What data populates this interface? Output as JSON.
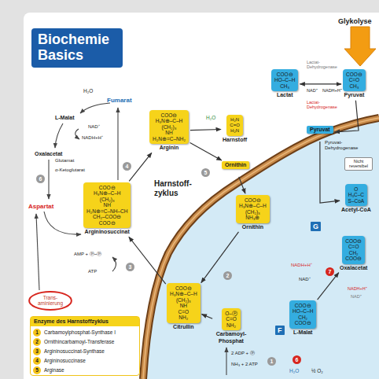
{
  "diagram": {
    "title": "Biochemie Basics",
    "nodes": [
      {
        "text": [
          "COO⊖",
          "HO–C–H",
          "CH₃",
          "Lactat"
        ]
      },
      {
        "text": [
          "COO⊖",
          "C=O",
          "CH₃",
          "Pyruvat"
        ]
      },
      {
        "text": [
          "COO⊖",
          "H₃N⊕–C–H",
          "(CH₂)₃",
          "NH",
          "H₂N⊕=C–NH₂",
          "Arginin"
        ]
      },
      {
        "text": [
          "H₂N",
          "C=O",
          "H₂N",
          "Harnstoff"
        ]
      },
      {
        "text": [
          "Pyruvat"
        ]
      },
      {
        "text": [
          "Ornithin"
        ]
      },
      {
        "text": [
          "Nicht reversibel"
        ]
      },
      {
        "text": [
          "O",
          "H₃C–C",
          "S–CoA",
          "Acetyl-CoA"
        ]
      },
      {
        "text": [
          "COO⊖",
          "H₃N⊕–C–H",
          "(CH₂)₃",
          "NH",
          "H₂N⊕=C–NH–CH",
          "CH₂–COO⊖",
          "COO⊖",
          "Argininosuccinat"
        ]
      },
      {
        "text": [
          "COO⊖",
          "H₃N⊕–C–H",
          "(CH₂)₃",
          "NH₃⊕",
          "Ornithin"
        ]
      },
      {
        "text": [
          "G"
        ]
      },
      {
        "text": [
          "COO⊖",
          "C=O",
          "CH₂",
          "COO⊖",
          "Oxalacetat"
        ]
      },
      {
        "text": [
          "COO⊖",
          "H₃N⊕–C–H",
          "(CH₂)₃",
          "NH",
          "C=O",
          "NH₂",
          "Citrullin"
        ]
      },
      {
        "text": [
          "Trans-aminierung"
        ]
      },
      {
        "text": [
          "COO⊖",
          "HO–C–H",
          "CH₂",
          "COO⊖",
          "L-Malat"
        ]
      },
      {
        "text": [
          "O–Ⓟ",
          "C=O",
          "NH₂",
          "Carbamoyl-Phosphat"
        ]
      },
      {
        "text": [
          "Enzyme des Harnstoffzyklus"
        ]
      },
      {
        "text": [
          "F"
        ]
      }
    ],
    "edges": [
      {
        "from": 1,
        "to": 0,
        "arrow": "both"
      },
      {
        "from": 1,
        "to": 4,
        "arrow": "to"
      },
      {
        "from": 4,
        "to": 7,
        "arrow": "to"
      },
      {
        "from": 2,
        "to": 3,
        "arrow": "to"
      },
      {
        "from": 2,
        "to": 5,
        "arrow": "to"
      },
      {
        "from": 5,
        "to": 9,
        "arrow": "to"
      },
      {
        "from": 9,
        "to": 12,
        "arrow": "to"
      },
      {
        "from": 15,
        "to": 12,
        "arrow": "to"
      },
      {
        "from": 12,
        "to": 8,
        "arrow": "to"
      },
      {
        "from": 8,
        "to": 2,
        "arrow": "to"
      },
      {
        "from": 14,
        "to": 11,
        "arrow": "to"
      }
    ],
    "labels": [
      "Glykolyse",
      "H₂O",
      "Fumarat",
      "L-Malat",
      "NAD⁺",
      "NADH+H⁺",
      "Oxalacetat",
      "Glutamat",
      "α-Ketoglutarat",
      "6",
      "Aspartat",
      "4",
      "Harnstoff-zyklus",
      "H₂O",
      "5",
      "AMP + Ⓟ~Ⓟ",
      "3",
      "ATP",
      "2",
      "2 ADP + Ⓟ",
      "NH₃ + 2 ATP",
      "1",
      "Lactat-Dehydrogenase",
      "NAD⁺",
      "NADH+H⁺",
      "Lactat-Dehydrogenase",
      "Pyruvat-Dehydrogenase",
      "NADH+H⁺",
      "NAD⁺",
      "7",
      "NADH+H⁺",
      "NAD⁺",
      "6",
      "H₂O",
      "½ O₂",
      "1",
      "2",
      "3",
      "4",
      "5"
    ],
    "legend": [
      {
        "text": "Carbamoylphosphat-Synthase I",
        "color": "#f5c518"
      },
      {
        "text": "Ornithincarbamoyl-Transferase",
        "color": "#f5c518"
      },
      {
        "text": "Argininosuccinat-Synthase",
        "color": "#f5c518"
      },
      {
        "text": "Argininosuccinase",
        "color": "#f5c518"
      },
      {
        "text": "Arginase",
        "color": "#f5c518"
      }
    ]
  }
}
